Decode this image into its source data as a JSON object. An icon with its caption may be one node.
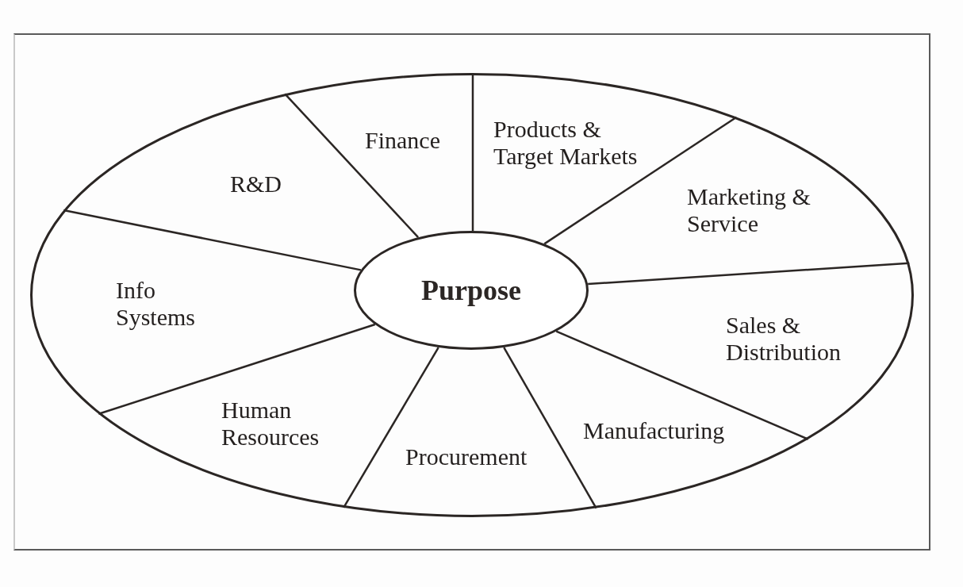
{
  "diagram": {
    "nodes": [
      {
        "text": [],
        "shape": "ellipse"
      },
      {
        "text": [
          "Purpose"
        ],
        "in": 0
      },
      {
        "text": [
          "Finance"
        ],
        "in": 0
      },
      {
        "text": [
          "Products & Target Markets"
        ],
        "in": 0
      },
      {
        "text": [
          "Marketing & Service"
        ],
        "in": 0
      },
      {
        "text": [
          "Sales & Distribution"
        ],
        "in": 0
      },
      {
        "text": [
          "Manufacturing"
        ],
        "in": 0
      },
      {
        "text": [
          "Procurement"
        ],
        "in": 0
      },
      {
        "text": [
          "Human Resources"
        ],
        "in": 0
      },
      {
        "text": [
          "Info Systems"
        ],
        "in": 0
      },
      {
        "text": [
          "R&D"
        ],
        "in": 0
      }
    ]
  }
}
